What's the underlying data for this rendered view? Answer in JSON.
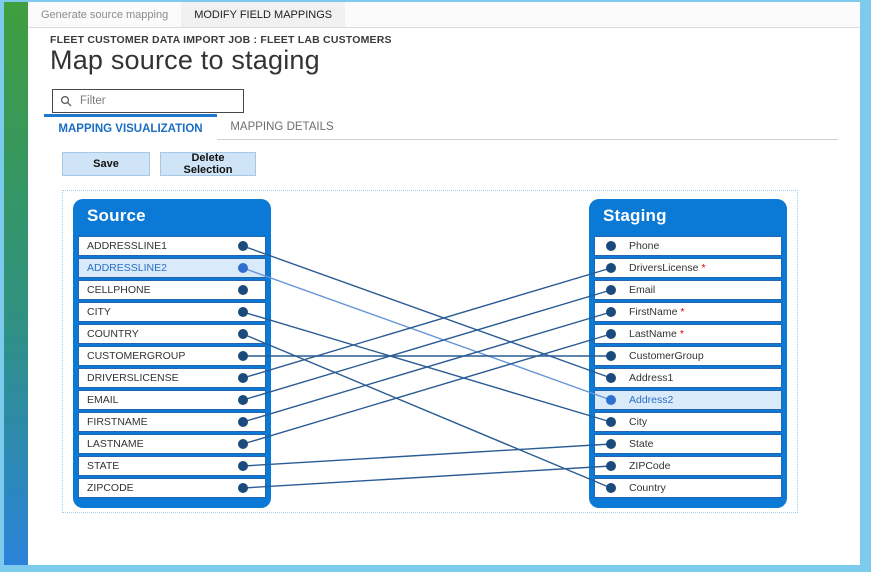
{
  "window": {
    "frame_color": "#7dcbec"
  },
  "top_bar": {
    "items": [
      {
        "label": "Generate source mapping",
        "active": false
      },
      {
        "label": "MODIFY FIELD MAPPINGS",
        "active": true
      }
    ]
  },
  "header": {
    "breadcrumb": "FLEET CUSTOMER DATA IMPORT JOB : FLEET LAB CUSTOMERS",
    "title": "Map source to staging"
  },
  "filter": {
    "placeholder": "Filter",
    "value": "",
    "icon": "search-icon"
  },
  "tabs": [
    {
      "label": "MAPPING VISUALIZATION",
      "active": true
    },
    {
      "label": "MAPPING DETAILS",
      "active": false
    }
  ],
  "toolbar": {
    "save_label": "Save",
    "delete_label": "Delete Selection"
  },
  "mapping": {
    "source": {
      "title": "Source",
      "selected_field": "ADDRESSLINE2",
      "fields": [
        "ADDRESSLINE1",
        "ADDRESSLINE2",
        "CELLPHONE",
        "CITY",
        "COUNTRY",
        "CUSTOMERGROUP",
        "DRIVERSLICENSE",
        "EMAIL",
        "FIRSTNAME",
        "LASTNAME",
        "STATE",
        "ZIPCODE"
      ]
    },
    "staging": {
      "title": "Staging",
      "selected_field": "Address2",
      "fields": [
        {
          "name": "Phone",
          "required": false
        },
        {
          "name": "DriversLicense",
          "required": true
        },
        {
          "name": "Email",
          "required": false
        },
        {
          "name": "FirstName",
          "required": true
        },
        {
          "name": "LastName",
          "required": true
        },
        {
          "name": "CustomerGroup",
          "required": false
        },
        {
          "name": "Address1",
          "required": false
        },
        {
          "name": "Address2",
          "required": false
        },
        {
          "name": "City",
          "required": false
        },
        {
          "name": "State",
          "required": false
        },
        {
          "name": "ZIPCode",
          "required": false
        },
        {
          "name": "Country",
          "required": false
        }
      ]
    },
    "mappings": [
      {
        "source": "ADDRESSLINE1",
        "target": "Address1",
        "selected": false
      },
      {
        "source": "ADDRESSLINE2",
        "target": "Address2",
        "selected": true
      },
      {
        "source": "CITY",
        "target": "City",
        "selected": false
      },
      {
        "source": "COUNTRY",
        "target": "Country",
        "selected": false
      },
      {
        "source": "CUSTOMERGROUP",
        "target": "CustomerGroup",
        "selected": false
      },
      {
        "source": "DRIVERSLICENSE",
        "target": "DriversLicense",
        "selected": false
      },
      {
        "source": "EMAIL",
        "target": "Email",
        "selected": false
      },
      {
        "source": "FIRSTNAME",
        "target": "FirstName",
        "selected": false
      },
      {
        "source": "LASTNAME",
        "target": "LastName",
        "selected": false
      },
      {
        "source": "STATE",
        "target": "State",
        "selected": false
      },
      {
        "source": "ZIPCODE",
        "target": "ZIPCode",
        "selected": false
      }
    ],
    "colors": {
      "panel_blue": "#0b79d6",
      "row_border": "#2566ae",
      "highlight_bg": "#d9eafb",
      "highlight_text": "#2a6fc4",
      "dot": "#1b4a7c",
      "dot_selected": "#2f6fd0",
      "line": "#2a5c94",
      "line_selected": "#6697d6",
      "required_asterisk": "#d40000"
    }
  }
}
